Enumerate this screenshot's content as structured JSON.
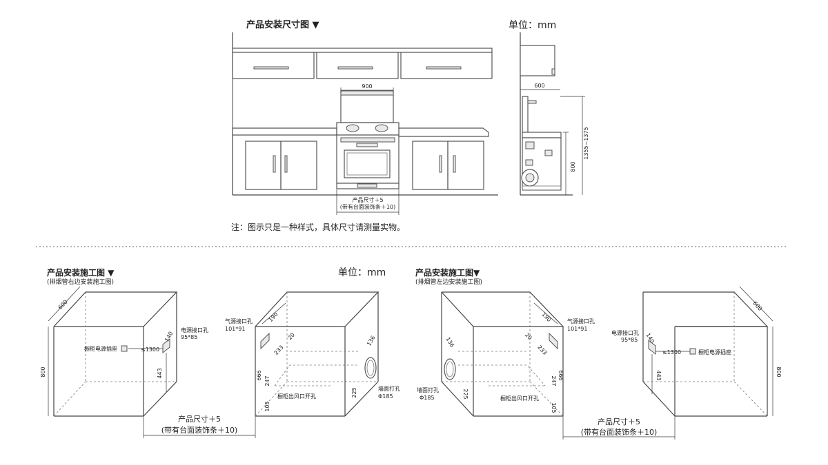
{
  "top": {
    "title": "产品安装尺寸图 ▼",
    "unit": "单位：mm",
    "width_900": "900",
    "depth_600": "600",
    "height_range": "1355~1375",
    "height_800": "800",
    "product_size": "产品尺寸＋5",
    "with_trim": "(带有台面装饰条＋10)",
    "note": "注：图示只是一种样式，具体尺寸请测量实物。"
  },
  "left_section": {
    "title": "产品安装施工图 ▼",
    "subtitle": "(排烟管右边安装施工图)",
    "unit": "单位：mm",
    "d600": "600",
    "h800": "800",
    "power_port": "电源接口孔",
    "power_size": "95*85",
    "cab_socket": "橱柜电源插座",
    "le1300": "≤1300",
    "d140": "140",
    "d443": "443",
    "product_size": "产品尺寸＋5",
    "with_trim": "(带有台面装饰条＋10)",
    "gas_port": "气源接口孔",
    "gas_size": "101*91",
    "d190": "190",
    "d20": "20",
    "d233": "233",
    "d666": "666",
    "d247": "247",
    "d105": "105",
    "cab_vent": "橱柜出风口开孔",
    "d136": "136",
    "d225": "225",
    "wall_hole": "墙面打孔",
    "phi185": "Φ185"
  },
  "right_section": {
    "title": "产品安装施工图▼",
    "subtitle": "(排烟管左边安装施工图)",
    "d136": "136",
    "wall_hole": "墙面打孔",
    "phi185": "Φ185",
    "d225": "225",
    "d190": "190",
    "gas_port": "气源接口孔",
    "gas_size": "101*91",
    "d20": "20",
    "d233": "233",
    "d247": "247",
    "d666": "666",
    "d105": "105",
    "cab_vent": "橱柜出风口开孔",
    "d600": "600",
    "h800": "800",
    "power_port": "电源接口孔",
    "power_size": "95*85",
    "d140": "140",
    "le1300": "≤1300",
    "cab_socket": "橱柜电源插座",
    "d443": "443",
    "product_size": "产品尺寸＋5",
    "with_trim": "(带有台面装饰条＋10)"
  }
}
